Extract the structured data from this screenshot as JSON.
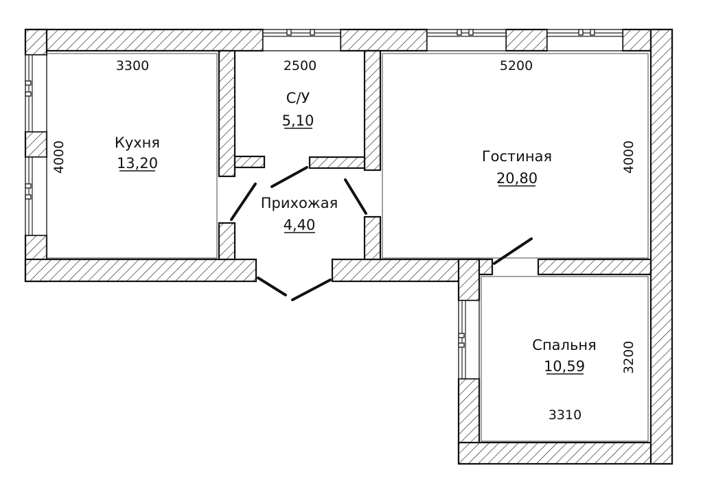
{
  "rooms": {
    "kitchen": {
      "name": "Кухня",
      "area": "13,20"
    },
    "bathroom": {
      "name": "С/У",
      "area": "5,10"
    },
    "hallway": {
      "name": "Прихожая",
      "area": "4,40"
    },
    "living": {
      "name": "Гостиная",
      "area": "20,80"
    },
    "bedroom": {
      "name": "Спальня",
      "area": "10,59"
    }
  },
  "dimensions": {
    "kitchen_width": "3300",
    "kitchen_depth": "4000",
    "bathroom_width": "2500",
    "living_width": "5200",
    "living_depth": "4000",
    "bedroom_depth": "3200",
    "bedroom_width": "3310"
  },
  "colors": {
    "line": "#111111",
    "background": "#ffffff"
  }
}
